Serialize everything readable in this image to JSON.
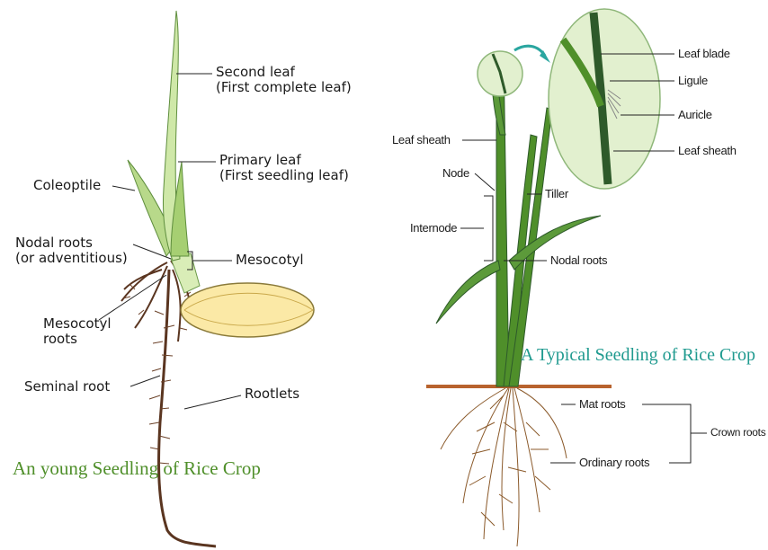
{
  "colors": {
    "left_title": "#4f8f2a",
    "right_title": "#1f9a8f",
    "leaf_light": "#cfe8a8",
    "leaf_mid": "#a6cf72",
    "stem_dark": "#2e5a2a",
    "seed": "#fbe9a6",
    "root": "#5a3520",
    "soil": "#b8632e",
    "bubble": "#e2f0cf",
    "arrow": "#2aa6a0"
  },
  "left_diagram": {
    "title": "An young Seedling of Rice Crop",
    "labels": {
      "second_leaf_1": "Second leaf",
      "second_leaf_2": "(First complete leaf)",
      "primary_leaf_1": "Primary leaf",
      "primary_leaf_2": "(First seedling leaf)",
      "coleoptile": "Coleoptile",
      "nodal_roots_1": "Nodal roots",
      "nodal_roots_2": "(or adventitious)",
      "mesocotyl": "Mesocotyl",
      "mesocotyl_roots_1": "Mesocotyl",
      "mesocotyl_roots_2": "roots",
      "seminal_root": "Seminal root",
      "rootlets": "Rootlets"
    }
  },
  "right_diagram": {
    "title": "A Typical Seedling of Rice Crop",
    "labels": {
      "leaf_blade": "Leaf blade",
      "ligule": "Ligule",
      "auricle": "Auricle",
      "leaf_sheath_inset": "Leaf sheath",
      "leaf_sheath": "Leaf sheath",
      "node": "Node",
      "tiller": "Tiller",
      "internode": "Internode",
      "nodal_roots": "Nodal roots",
      "mat_roots": "Mat roots",
      "ordinary_roots": "Ordinary roots",
      "crown_roots": "Crown roots"
    }
  }
}
